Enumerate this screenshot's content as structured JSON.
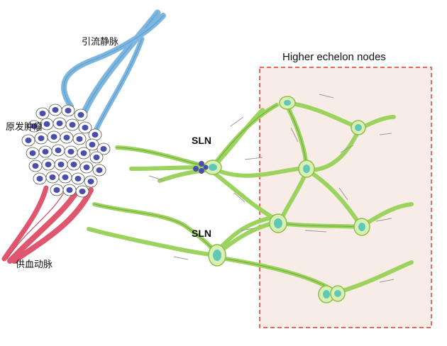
{
  "labels": {
    "draining_veins": "引流静脉",
    "primary_tumor": "原发肿瘤",
    "feeding_arteries": "供血动脉",
    "sln_upper": "SLN",
    "sln_lower": "SLN",
    "higher_echelon": "Higher echelon nodes"
  },
  "colors": {
    "vein": "#7db6df",
    "artery": "#e0566e",
    "lymph_vessel": "#9cd35f",
    "lymph_node": "#5fc9b6",
    "tumor_cell": "#4a4ea8",
    "region_fill": "#f8ece6",
    "region_border": "#e23a2a",
    "arrow": "#9a9a9a"
  }
}
